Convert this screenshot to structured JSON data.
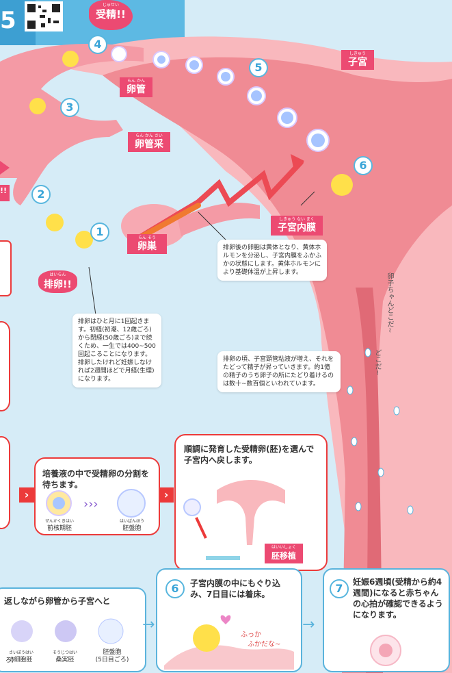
{
  "header": {
    "title_partial": "5"
  },
  "labels": {
    "fertilization": "受精!!",
    "fertilization_ruby": "じゅせい",
    "oviduct": "卵管",
    "oviduct_ruby": "らん かん",
    "fimbria": "卵管采",
    "fimbria_ruby": "らん かん さい",
    "uterus": "子宮",
    "uterus_ruby": "しきゅう",
    "ovary": "卵巣",
    "ovary_ruby": "らん そう",
    "endometrium": "子宮内膜",
    "endometrium_ruby": "しきゅう ない まく",
    "ovulation": "排卵!!",
    "ovulation_ruby": "はいらん",
    "left_partial": "!!"
  },
  "numbers": [
    "1",
    "2",
    "3",
    "4",
    "5",
    "6"
  ],
  "notes": {
    "ovulation_note": "排卵はひと月に1回起きます。初経(初潮、12歳ごろ)から閉経(50歳ごろ)まで続くため、一生では400~500回起こることになります。排卵したけれど妊娠しなければ2週間ほどで月経(生理)になります。",
    "corpus_note": "排卵後の卵胞は黄体となり、黄体ホルモンを分泌し、子宮内膜をふかふかの状態にします。黄体ホルモンにより基礎体温が上昇します。",
    "sperm_note": "排卵の頃、子宮頸管粘液が増え、それをたどって精子が昇っていきます。約1億の精子のうち卵子の所にたどり着けるのは数十~数百個といわれています。"
  },
  "sperm_text": {
    "line1": "卵子ちゃんどこだ~",
    "line2": "どこだ~"
  },
  "cards": {
    "culture_title": "培養液の中で受精卵の分割を待ちます。",
    "pronuclear": "前核期胚",
    "pronuclear_ruby": "ぜんかくきはい",
    "blastocyst": "胚盤胞",
    "blastocyst_ruby": "はいばんほう",
    "transfer_title": "順調に発育した受精卵(胚)を選んで子宮内へ戻します。",
    "embryo_transfer": "胚移植",
    "embryo_transfer_ruby": "はいいしょく",
    "bottom1_title": "返しながら卵管から子宮へと",
    "eight_cell": "8細胞胚",
    "eight_cell_ruby": "さいぼうはい",
    "morula": "桑実胚",
    "morula_ruby": "そうじつはい",
    "blastocyst2": "胚盤胞",
    "blastocyst2_sub": "(5日目ごろ)",
    "left_cut": "ろ)",
    "step6_num": "6",
    "step6_title": "子宮内膜の中にもぐり込み、7日目には着床。",
    "step6_voice1": "ふっか",
    "step6_voice2": "ふかだな~",
    "step7_num": "7",
    "step7_title": "妊娠6週頃(受精から約4週間)になると赤ちゃんの心拍が確認できるようになります。"
  },
  "colors": {
    "accent": "#ec4a72",
    "border_red": "#ec3a3a",
    "border_blue": "#5ab3dc",
    "body_pink": "#f7a3ad"
  }
}
